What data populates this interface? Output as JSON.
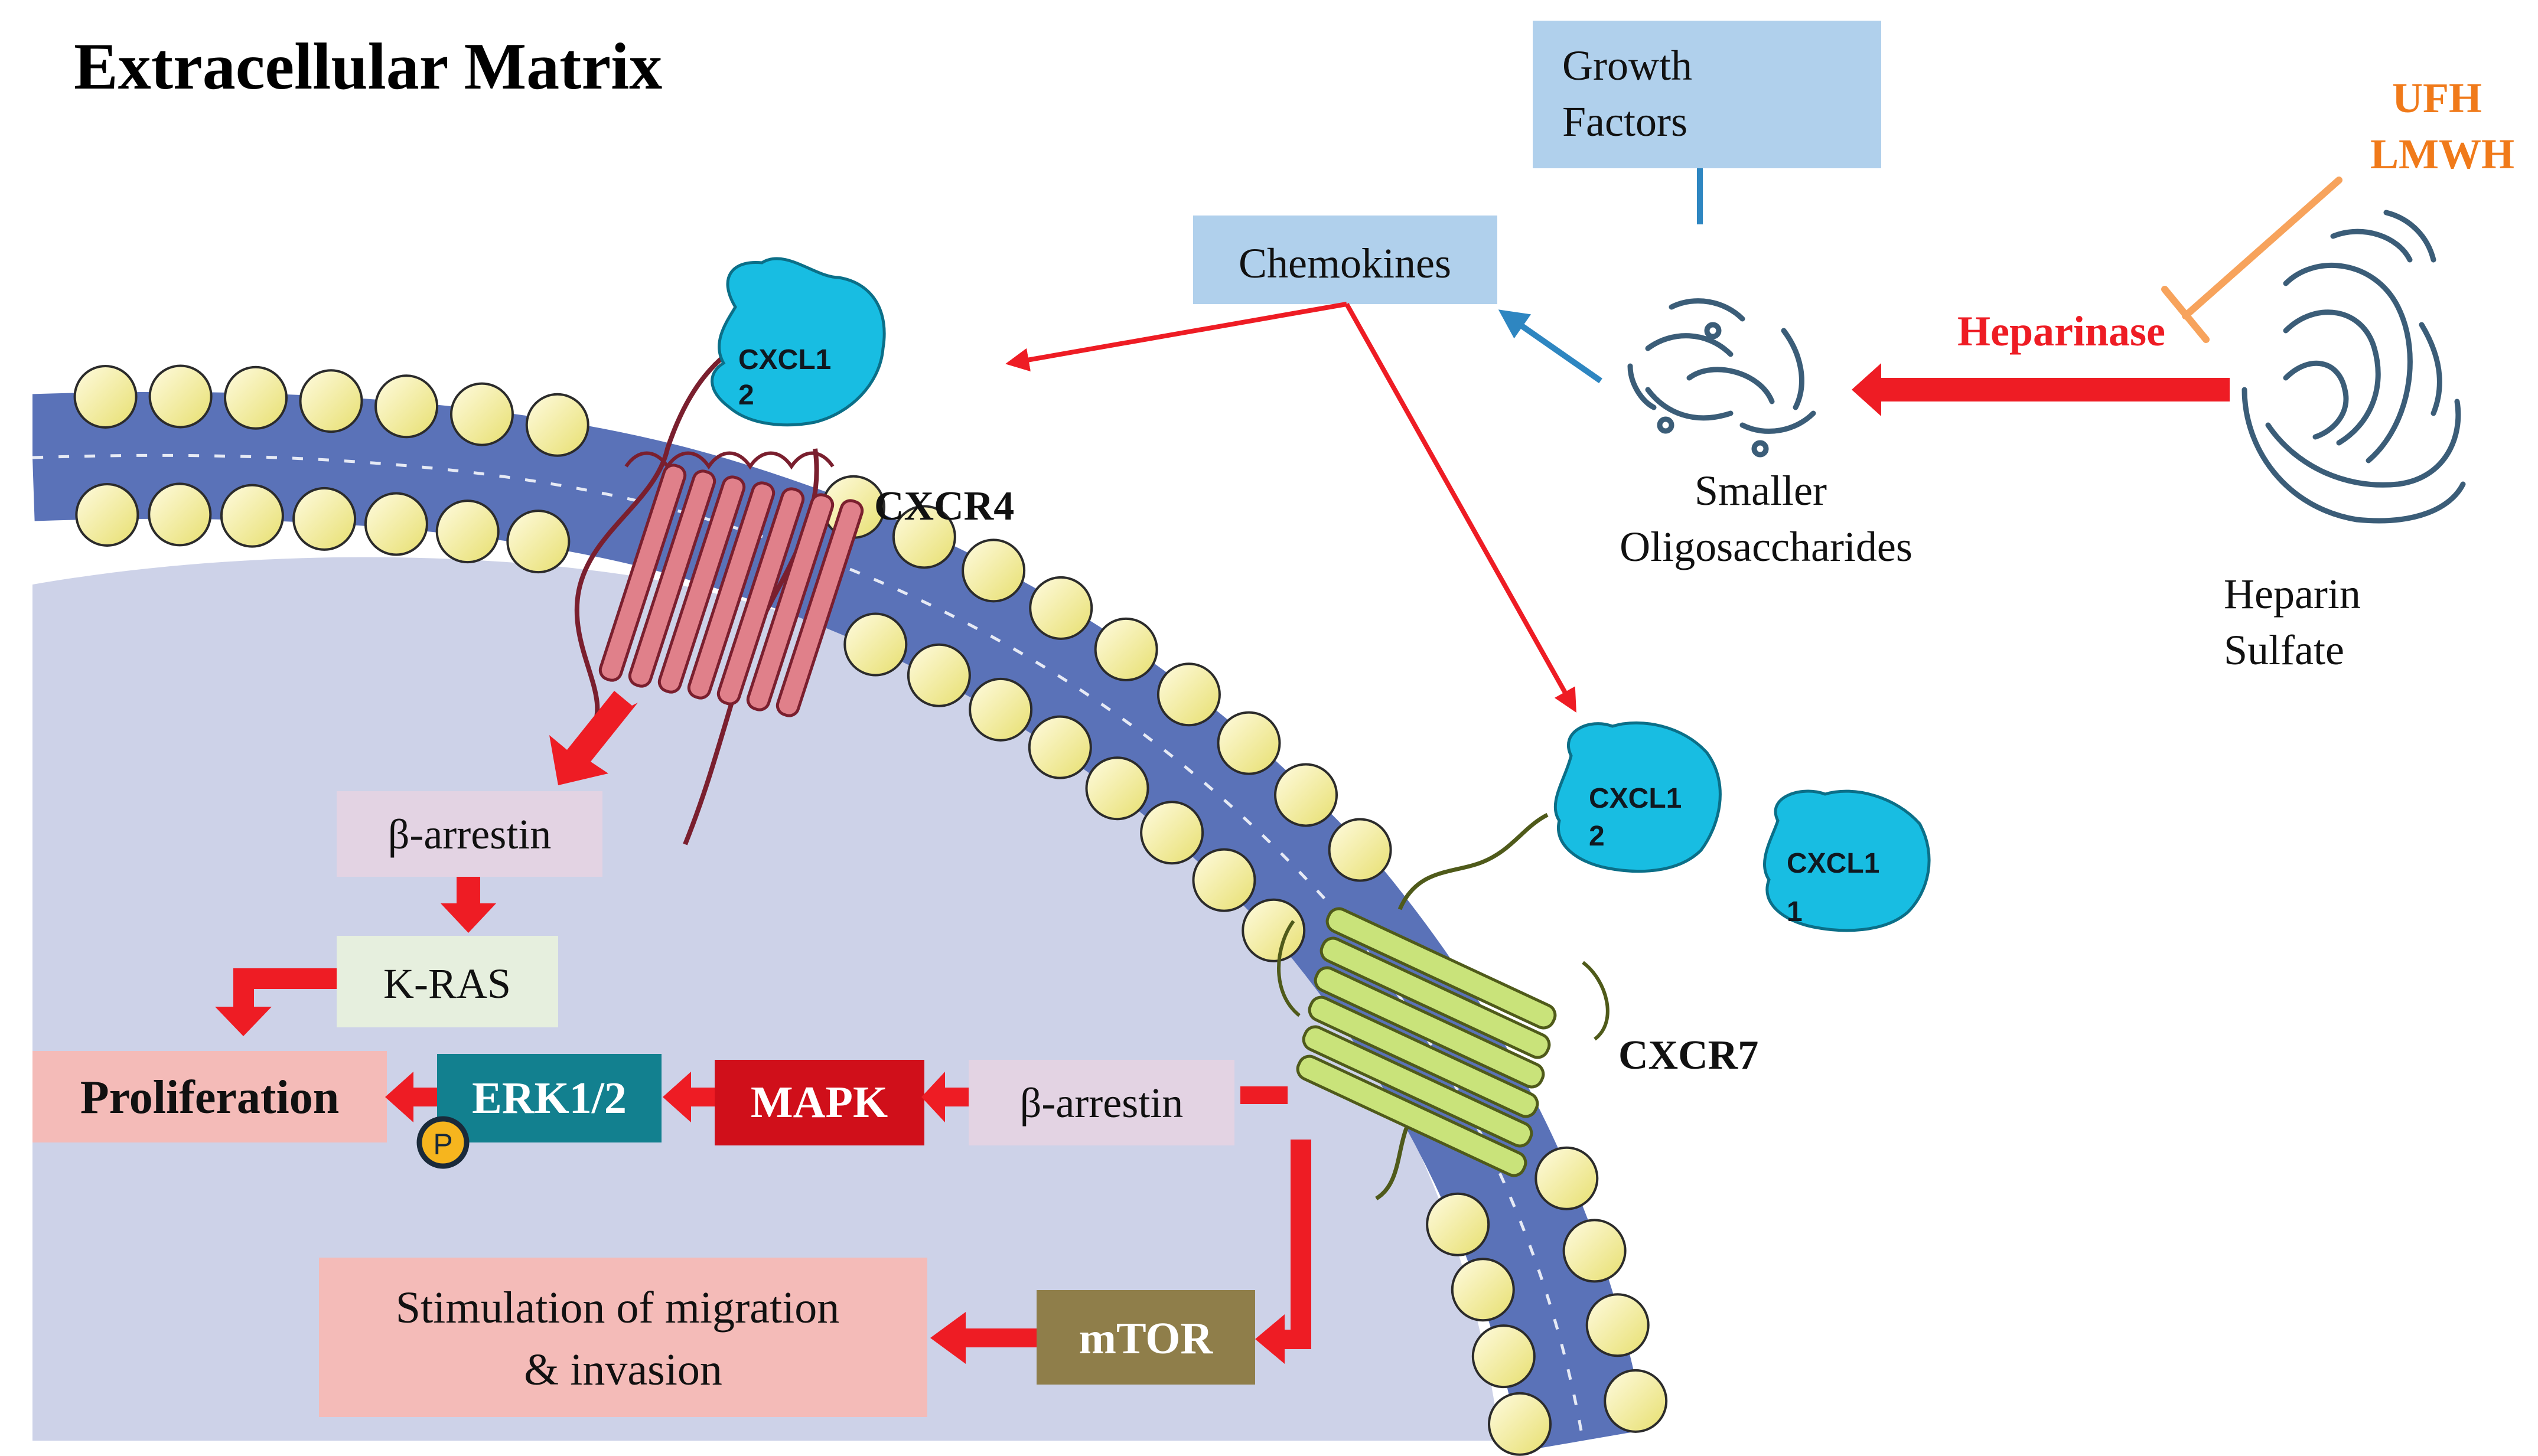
{
  "title": "Extracellular Matrix",
  "boxes": {
    "growth_factors": [
      "Growth",
      "Factors"
    ],
    "chemokines": "Chemokines",
    "beta_arrestin_cxcr4": "β-arrestin",
    "kras": "K-RAS",
    "proliferation": "Proliferation",
    "erk": "ERK1/2",
    "mapk": "MAPK",
    "beta_arrestin_cxcr7": "β-arrestin",
    "migration": [
      "Stimulation of migration",
      "& invasion"
    ],
    "mtor": "mTOR"
  },
  "labels": {
    "heparinase": "Heparinase",
    "ufh": "UFH",
    "lmwh": "LMWH",
    "smaller_oligos": [
      "Smaller",
      "Oligosaccharides"
    ],
    "heparin_sulfate": [
      "Heparin",
      "Sulfate"
    ],
    "cxcr4": "CXCR4",
    "cxcr7": "CXCR7",
    "phospho": "P"
  },
  "chemokine_blobs": {
    "cxcl12_top": [
      "CXCL1",
      "2"
    ],
    "cxcl12_right": [
      "CXCL1",
      "2"
    ],
    "cxcl11": [
      "CXCL1",
      "1"
    ]
  },
  "colors": {
    "membrane_blue": "#5a72b8",
    "cytoplasm": "#cdd2e8",
    "lipid_head": "#f7f29a",
    "arrow_red": "#ee1c24",
    "inhibitor_orange": "#f7a35c",
    "heparinase_text": "#ee1c24",
    "ufh_text": "#f07a1a",
    "chemokine_cyan": "#18bde2",
    "cxcr4_pink": "#e0808a",
    "cxcr7_green": "#c9e37a",
    "light_blue_box": "#b0d0ec",
    "erk_teal": "#12808f",
    "mapk_red": "#d00f1a",
    "mtor_olive": "#8f7e4a",
    "pink_box": "#f4bbb8",
    "lavender_box": "#e3d3e3",
    "kras_box": "#e6efde"
  }
}
